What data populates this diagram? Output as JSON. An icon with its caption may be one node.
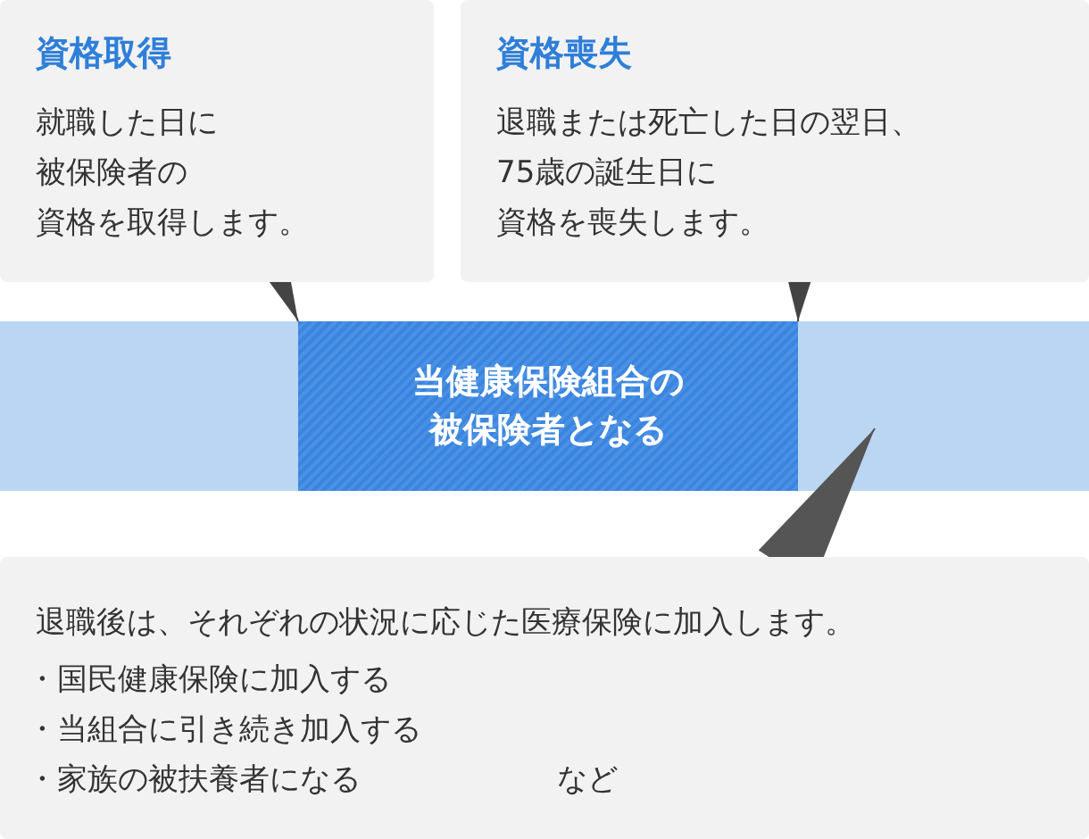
{
  "diagram": {
    "nodes": [
      {
        "text": [
          "資格取得",
          "就職した日に被保険者の資格を取得します。"
        ]
      },
      {
        "text": [
          "資格喪失",
          "退職または死亡した日の翌日、75歳の誕生日に資格を喪失します。"
        ]
      },
      {
        "text": [],
        "shape": "bar"
      },
      {
        "text": [
          "当健康保険組合の被保険者となる"
        ],
        "in": 2
      },
      {
        "text": [
          "退職後は、それぞれの状況に応じた医療保険に加入します。",
          "・国民健康保険に加入する",
          "・当組合に引き続き加入する",
          "・家族の被扶養者になる",
          "など"
        ]
      }
    ],
    "edges": [
      {
        "from": 0,
        "to": 3,
        "arrow": "to"
      },
      {
        "from": 1,
        "to": 3,
        "arrow": "to"
      },
      {
        "from": 4,
        "to": 2,
        "arrow": "to"
      }
    ]
  }
}
